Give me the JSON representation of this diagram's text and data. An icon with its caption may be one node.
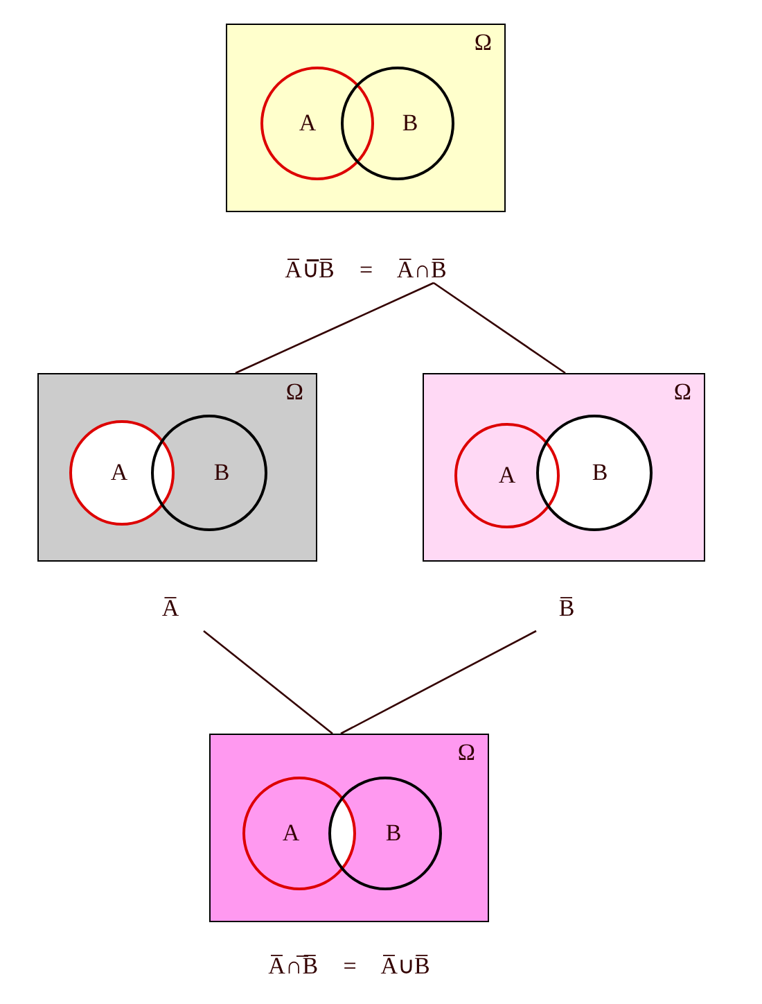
{
  "diagram": {
    "nodes": [
      {
        "text": [
          "Ω"
        ],
        "beside": [
          "A̅∪̅B̅ = A̅∩B̅"
        ]
      },
      {
        "text": [
          "A"
        ],
        "in": 0
      },
      {
        "text": [
          "B"
        ],
        "in": 0
      },
      {
        "text": [
          "Ω"
        ],
        "beside": [
          "A̅"
        ]
      },
      {
        "text": [
          "A"
        ],
        "in": 3
      },
      {
        "text": [
          "B"
        ],
        "in": 3
      },
      {
        "text": [
          "Ω"
        ],
        "beside": [
          "B̅"
        ]
      },
      {
        "text": [
          "A"
        ],
        "in": 6
      },
      {
        "text": [
          "B"
        ],
        "in": 6
      },
      {
        "text": [
          "Ω"
        ],
        "beside": [
          "A̅∩̅B̅ = A̅∪B̅"
        ]
      },
      {
        "text": [
          "A"
        ],
        "in": 9
      },
      {
        "text": [
          "B"
        ],
        "in": 9
      }
    ],
    "edges": [
      {
        "from": 0,
        "to": 3,
        "arrow": "none"
      },
      {
        "from": 0,
        "to": 6,
        "arrow": "none"
      },
      {
        "from": 3,
        "to": 9,
        "arrow": "none"
      },
      {
        "from": 6,
        "to": 9,
        "arrow": "none"
      }
    ]
  }
}
